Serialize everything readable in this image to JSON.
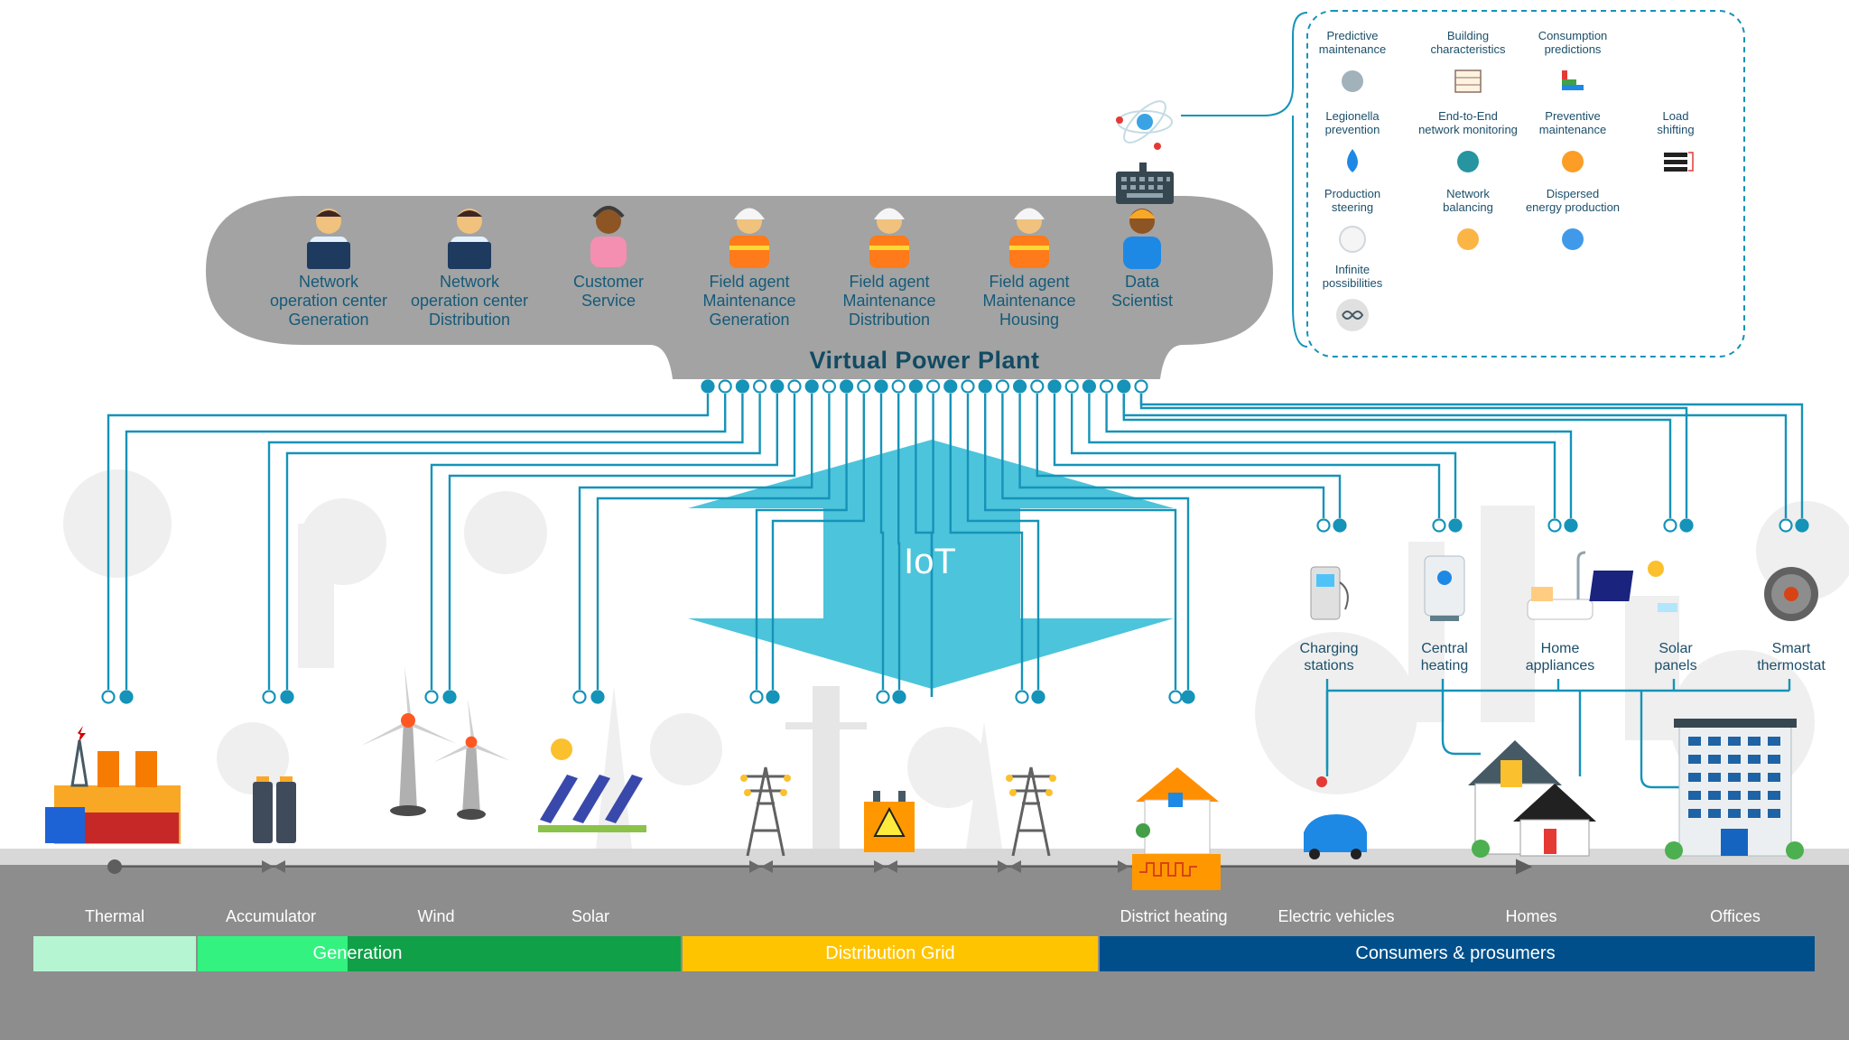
{
  "diagram_title": "Virtual Power Plant",
  "iot_label": "IoT",
  "roles": [
    {
      "id": "noc-gen",
      "label": "Network\noperation center\nGeneration"
    },
    {
      "id": "noc-dist",
      "label": "Network\noperation center\nDistribution"
    },
    {
      "id": "customer",
      "label": "Customer\nService"
    },
    {
      "id": "field-gen",
      "label": "Field agent\nMaintenance\nGeneration"
    },
    {
      "id": "field-dist",
      "label": "Field agent\nMaintenance\nDistribution"
    },
    {
      "id": "field-house",
      "label": "Field agent\nMaintenance\nHousing"
    },
    {
      "id": "data-sci",
      "label": "Data\nScientist"
    }
  ],
  "services": [
    {
      "label": "Predictive\nmaintenance",
      "icon": "document-icon"
    },
    {
      "label": "Building\ncharacteristics",
      "icon": "table-icon"
    },
    {
      "label": "Consumption\npredictions",
      "icon": "bar-chart-icon"
    },
    {
      "label": "Legionella\nprevention",
      "icon": "water-drop-icon"
    },
    {
      "label": "End-to-End\nnetwork monitoring",
      "icon": "network-icon"
    },
    {
      "label": "Preventive\nmaintenance",
      "icon": "gear-icon"
    },
    {
      "label": "Load\nshifting",
      "icon": "stack-icon"
    },
    {
      "label": "Production\nsteering",
      "icon": "gauge-icon"
    },
    {
      "label": "Network\nbalancing",
      "icon": "balance-icon"
    },
    {
      "label": "Dispersed\nenergy production",
      "icon": "distribution-icon"
    },
    {
      "label": "Infinite\npossibilities",
      "icon": "infinity-icon"
    }
  ],
  "devices": [
    {
      "label": "Charging\nstations",
      "icon": "charging-station-icon"
    },
    {
      "label": "Central\nheating",
      "icon": "boiler-icon"
    },
    {
      "label": "Home\nappliances",
      "icon": "bathtub-icon"
    },
    {
      "label": "Solar\npanels",
      "icon": "solar-panel-icon"
    },
    {
      "label": "Smart\nthermostat",
      "icon": "thermostat-icon"
    }
  ],
  "assets": [
    {
      "label": "Thermal",
      "icon": "power-plant-icon"
    },
    {
      "label": "Accumulator",
      "icon": "battery-icon"
    },
    {
      "label": "Wind",
      "icon": "wind-turbine-icon"
    },
    {
      "label": "Solar",
      "icon": "solar-farm-icon"
    },
    {
      "label": "District heating",
      "icon": "district-heating-icon"
    },
    {
      "label": "Electric vehicles",
      "icon": "electric-car-icon"
    },
    {
      "label": "Homes",
      "icon": "house-icon"
    },
    {
      "label": "Offices",
      "icon": "office-building-icon"
    }
  ],
  "grid_icons": [
    "transmission-tower-icon",
    "transformer-icon",
    "transmission-tower-icon"
  ],
  "segments": [
    {
      "label": "Generation",
      "color": "#0fa048",
      "light": "#b6f5d2",
      "mid": "#33f27f"
    },
    {
      "label": "Distribution Grid",
      "color": "#ffc400"
    },
    {
      "label": "Consumers & prosumers",
      "color": "#004f8b"
    }
  ],
  "colors": {
    "line": "#1593b8",
    "iot": "#3dbfd9",
    "banner": "#a3a3a3",
    "ground": "#8d8d8d",
    "text": "#155a78"
  }
}
